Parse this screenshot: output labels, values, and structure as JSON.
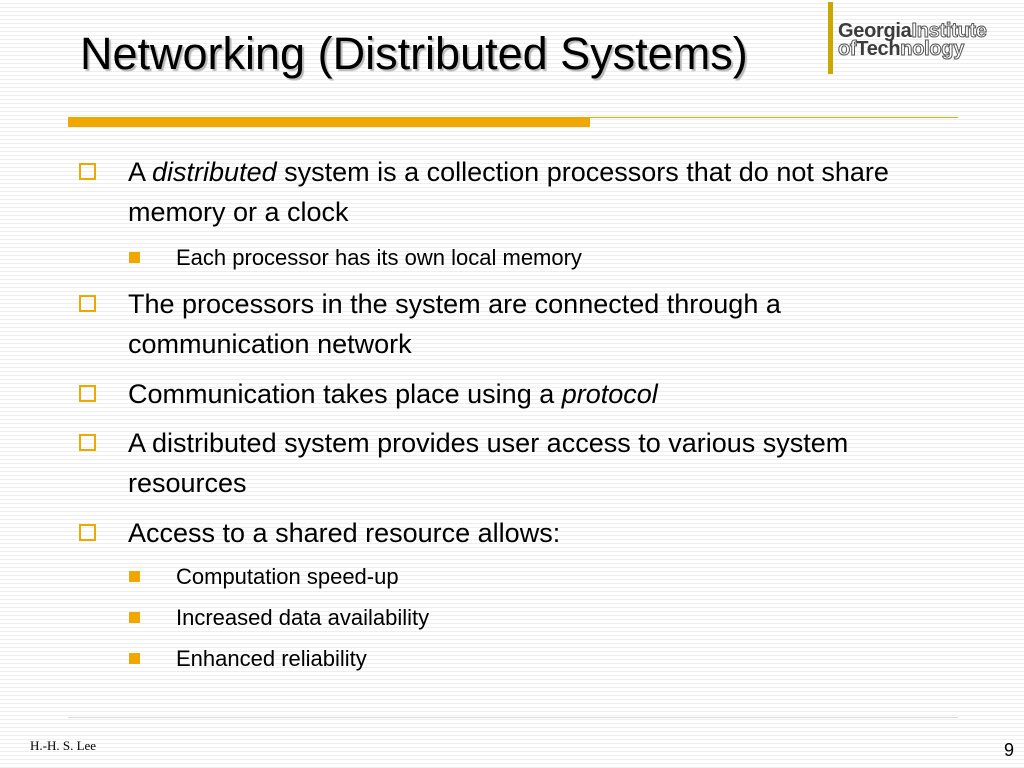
{
  "slide": {
    "title": "Networking (Distributed Systems)",
    "logo": {
      "word1": "Georgia",
      "word2": "Institute",
      "word3": "of",
      "word4": "Tech",
      "word5": "nology"
    },
    "bullets": [
      {
        "prefix": "A ",
        "em": "distributed",
        "rest": " system is a collection processors that do not share memory or a clock"
      },
      {
        "text": "Each processor has its own local memory"
      },
      {
        "text": "The processors in the system are connected through a communication network"
      },
      {
        "prefix": "Communication takes place using a ",
        "em": "protocol"
      },
      {
        "text": "A distributed system provides user access to various system resources"
      },
      {
        "text": "Access to a shared resource allows:"
      },
      {
        "text": "Computation speed-up"
      },
      {
        "text": "Increased data availability"
      },
      {
        "text": "Enhanced reliability"
      }
    ],
    "footer": {
      "author": "H.-H. S. Lee",
      "page": "9"
    },
    "colors": {
      "accent": "#f0a800",
      "logo_bar": "#c9a800"
    }
  }
}
